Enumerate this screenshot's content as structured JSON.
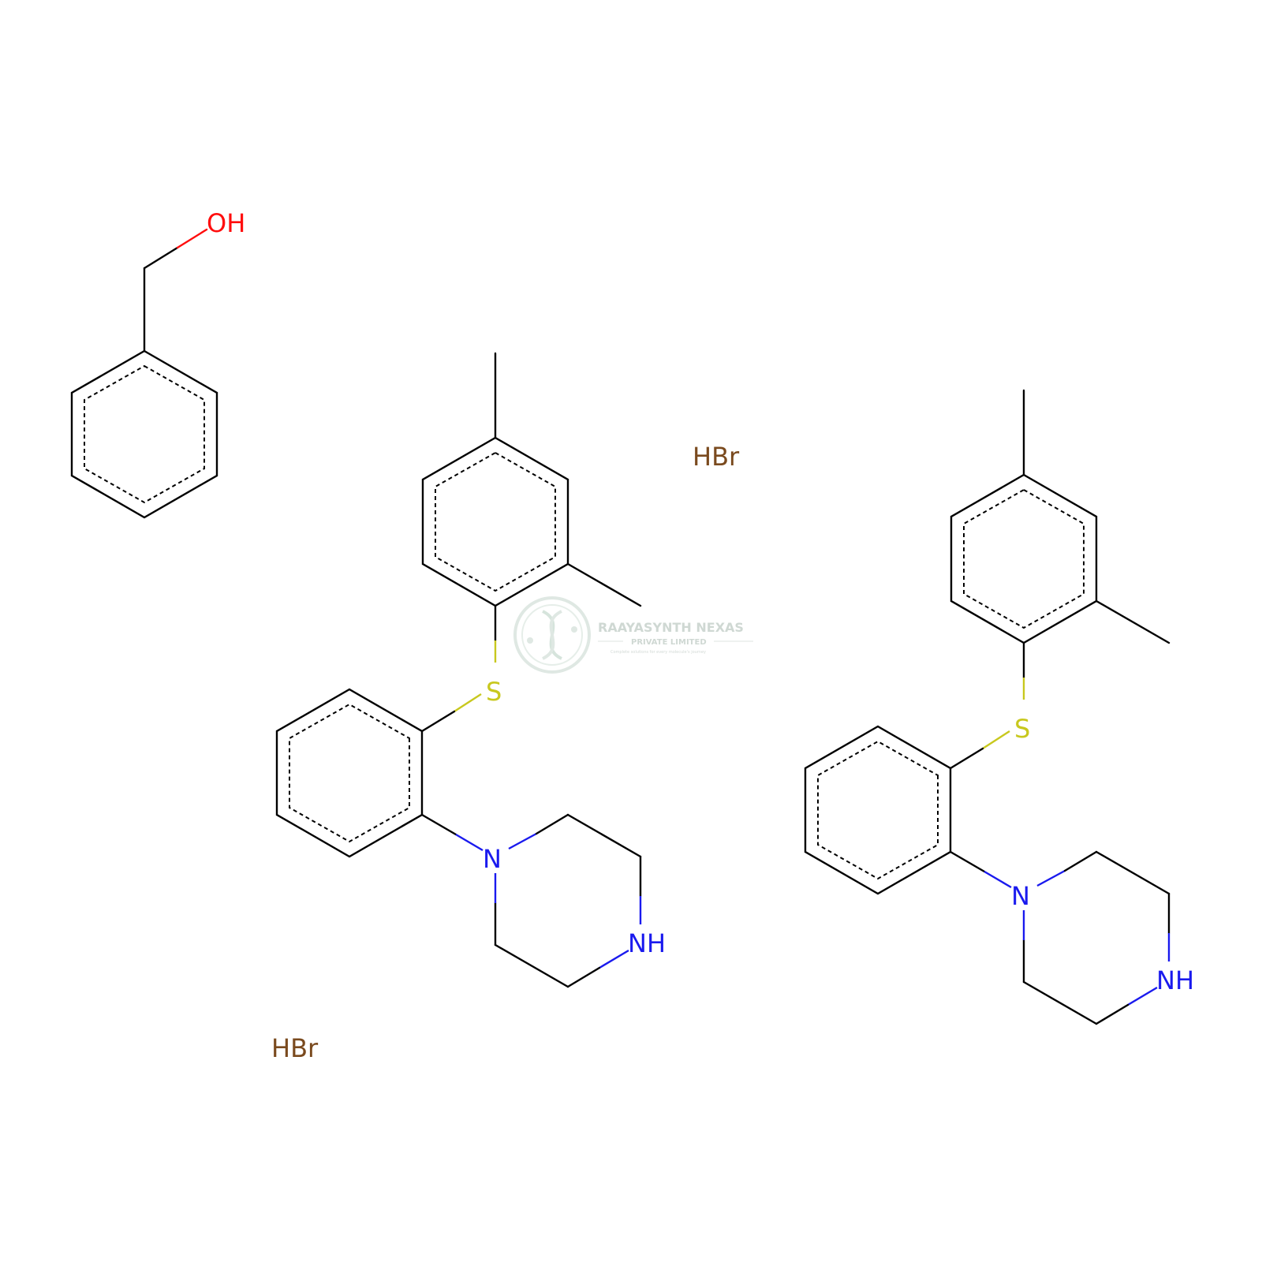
{
  "colors": {
    "bond": "#000000",
    "oxygen": "#ff0d0d",
    "nitrogen": "#1a1aee",
    "sulfur": "#c8c81e",
    "bromine": "#7a4a1e",
    "watermark": "#cfd8d3"
  },
  "labels": {
    "hydroxyl": "OH",
    "sulfur": "S",
    "aryl_nitrogen": "N",
    "amine": "NH",
    "hbr": "HBr"
  },
  "watermark": {
    "company": "RAAYASYNTH NEXAS",
    "subtitle": "PRIVATE LIMITED",
    "tagline": "Complete solutions for every molecule's journey"
  }
}
